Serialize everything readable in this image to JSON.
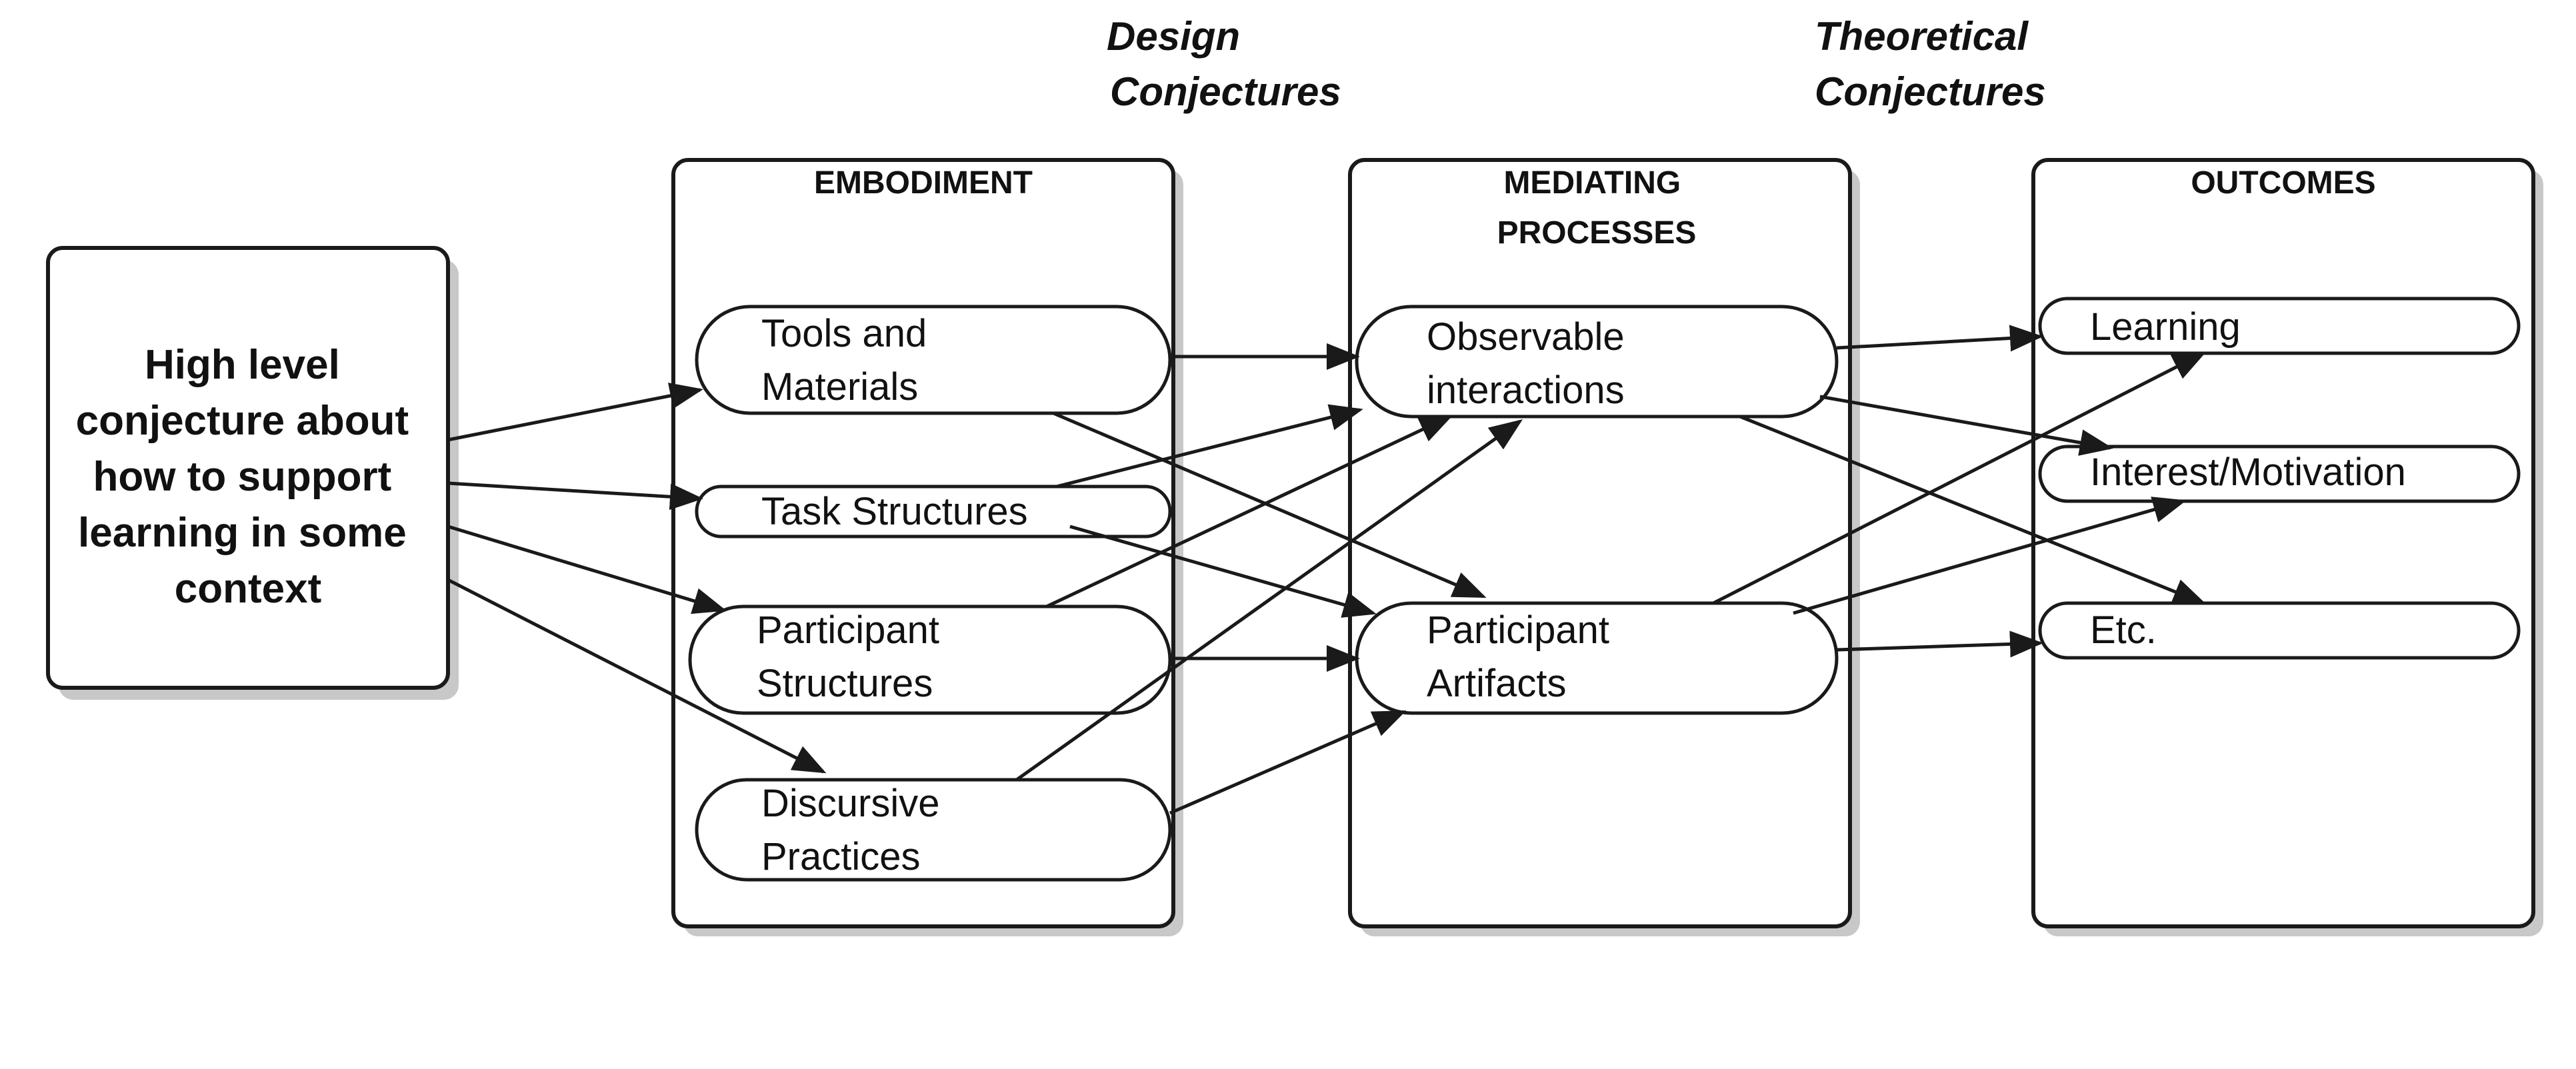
{
  "conjectures": {
    "design": [
      "Design",
      "Conjectures"
    ],
    "theoretical": [
      "Theoretical",
      "Conjectures"
    ]
  },
  "high_level": {
    "lines": [
      "High level",
      "conjecture about",
      "how to support",
      "learning in some",
      "context"
    ]
  },
  "embodiment": {
    "title": [
      "EMBODIMENT"
    ],
    "items": [
      {
        "lines": [
          "Tools and",
          "Materials"
        ]
      },
      {
        "lines": [
          "Task Structures"
        ]
      },
      {
        "lines": [
          "Participant",
          "Structures"
        ]
      },
      {
        "lines": [
          "Discursive",
          "Practices"
        ]
      }
    ]
  },
  "mediating": {
    "title": [
      "MEDIATING",
      "PROCESSES"
    ],
    "items": [
      {
        "lines": [
          "Observable",
          "interactions"
        ]
      },
      {
        "lines": [
          "Participant",
          "Artifacts"
        ]
      }
    ]
  },
  "outcomes": {
    "title": [
      "OUTCOMES"
    ],
    "items": [
      {
        "lines": [
          "Learning"
        ]
      },
      {
        "lines": [
          "Interest/Motivation"
        ]
      },
      {
        "lines": [
          "Etc."
        ]
      }
    ]
  },
  "colors": {
    "stroke": "#1a1a1a",
    "shadow": "#9a9a9a",
    "background": "#ffffff"
  }
}
